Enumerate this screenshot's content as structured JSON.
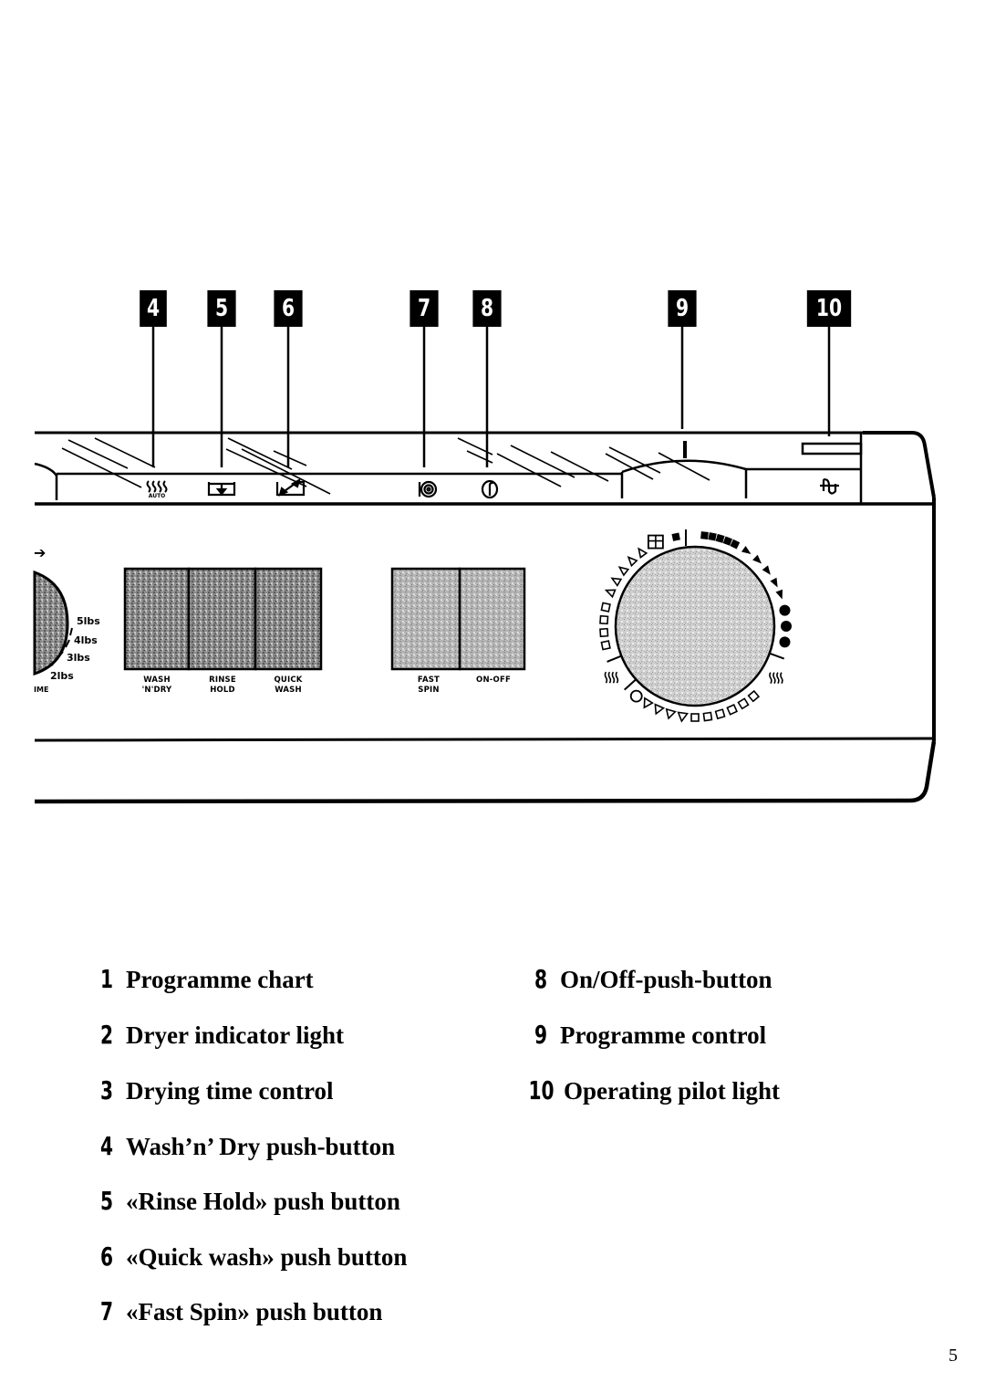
{
  "callouts": [
    {
      "num": "4"
    },
    {
      "num": "5"
    },
    {
      "num": "6"
    },
    {
      "num": "7"
    },
    {
      "num": "8"
    },
    {
      "num": "9"
    },
    {
      "num": "10"
    }
  ],
  "panel": {
    "indicator_icons": [
      "heat-auto-icon",
      "rinse-hold-icon",
      "quick-wash-icon",
      "fast-spin-icon",
      "on-off-icon",
      "pilot-light-icon"
    ],
    "indicator_auto_text": "AUTO",
    "drying_scale": {
      "arrow": "➔",
      "weights": [
        "5lbs",
        "4lbs",
        "3lbs",
        "2lbs"
      ],
      "partial_label": "IME"
    },
    "button_group_1": [
      {
        "line1": "WASH",
        "line2": "'N'DRY"
      },
      {
        "line1": "RINSE",
        "line2": "HOLD"
      },
      {
        "line1": "QUICK",
        "line2": "WASH"
      }
    ],
    "button_group_2": [
      {
        "line1": "FAST",
        "line2": "SPIN"
      },
      {
        "line1": "ON-OFF",
        "line2": ""
      }
    ]
  },
  "legend": {
    "left": [
      {
        "num": "1",
        "text": "Programme chart"
      },
      {
        "num": "2",
        "text": "Dryer indicator light"
      },
      {
        "num": "3",
        "text": "Drying time control"
      },
      {
        "num": "4",
        "text": "Wash’n’ Dry push-button"
      },
      {
        "num": "5",
        "text": "«Rinse Hold» push button"
      },
      {
        "num": "6",
        "text": "«Quick wash» push button"
      },
      {
        "num": "7",
        "text": "«Fast Spin» push button"
      }
    ],
    "right": [
      {
        "num": "8",
        "text": "On/Off-push-button"
      },
      {
        "num": "9",
        "text": "Programme control"
      },
      {
        "num": "10",
        "text": "Operating pilot light"
      }
    ]
  },
  "page_number": "5"
}
